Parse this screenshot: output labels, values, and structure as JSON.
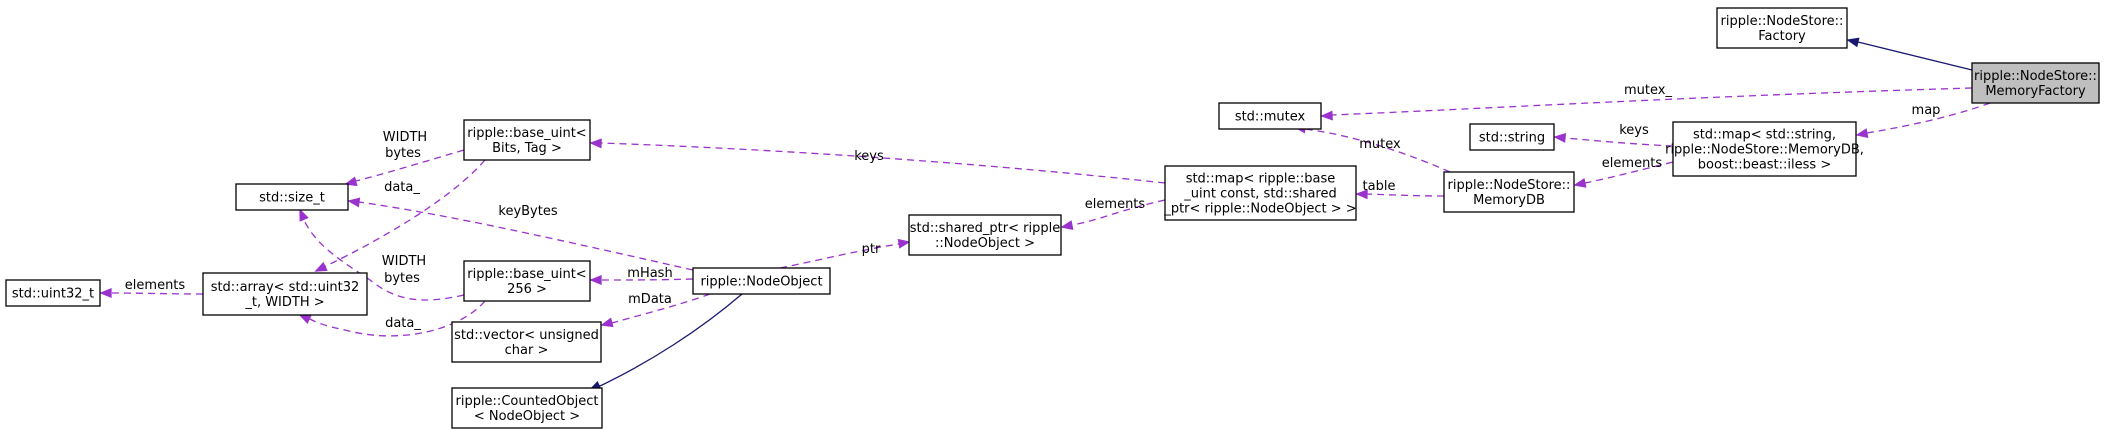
{
  "colors": {
    "usage_edge": "#9a32cd",
    "inheritance_edge": "#191970",
    "node_fill": "#ffffff",
    "highlight_fill": "#bfbfbf",
    "node_border": "#000000"
  },
  "nodes": [
    {
      "id": "memory-factory",
      "lines": [
        "ripple::NodeStore::",
        "MemoryFactory"
      ],
      "highlight": true
    },
    {
      "id": "factory",
      "lines": [
        "ripple::NodeStore::",
        "Factory"
      ]
    },
    {
      "id": "mutex",
      "lines": [
        "std::mutex"
      ]
    },
    {
      "id": "string",
      "lines": [
        "std::string"
      ]
    },
    {
      "id": "map-memorydb",
      "lines": [
        "std::map< std::string,",
        "ripple::NodeStore::MemoryDB,",
        "boost::beast::iless >"
      ]
    },
    {
      "id": "memorydb",
      "lines": [
        "ripple::NodeStore::",
        "MemoryDB"
      ]
    },
    {
      "id": "map-nodeobject",
      "lines": [
        "std::map< ripple::base",
        "_uint const, std::shared",
        "_ptr< ripple::NodeObject > >"
      ]
    },
    {
      "id": "shared-ptr",
      "lines": [
        "std::shared_ptr< ripple",
        "::NodeObject >"
      ]
    },
    {
      "id": "nodeobject",
      "lines": [
        "ripple::NodeObject"
      ]
    },
    {
      "id": "base-uint-bits",
      "lines": [
        "ripple::base_uint<",
        "Bits, Tag >"
      ]
    },
    {
      "id": "base-uint-256",
      "lines": [
        "ripple::base_uint<",
        "256 >"
      ]
    },
    {
      "id": "vector-uchar",
      "lines": [
        "std::vector< unsigned",
        "char >"
      ]
    },
    {
      "id": "counted-object",
      "lines": [
        "ripple::CountedObject",
        "< NodeObject >"
      ]
    },
    {
      "id": "size-t",
      "lines": [
        "std::size_t"
      ]
    },
    {
      "id": "array-uint32",
      "lines": [
        "std::array< std::uint32",
        "_t, WIDTH >"
      ]
    },
    {
      "id": "uint32-t",
      "lines": [
        "std::uint32_t"
      ]
    }
  ],
  "edges": [
    {
      "id": "factory-memoryfactory",
      "kind": "inheritance",
      "labels": []
    },
    {
      "id": "mutex-memoryfactory",
      "kind": "usage",
      "labels": [
        "mutex_"
      ]
    },
    {
      "id": "map-memoryfactory",
      "kind": "usage",
      "labels": [
        "map"
      ]
    },
    {
      "id": "string-map",
      "kind": "usage",
      "labels": [
        "keys"
      ]
    },
    {
      "id": "memorydb-map",
      "kind": "usage",
      "labels": [
        "elements"
      ]
    },
    {
      "id": "mutex-memorydb",
      "kind": "usage",
      "labels": [
        "mutex"
      ]
    },
    {
      "id": "mapnode-memorydb",
      "kind": "usage",
      "labels": [
        "table"
      ]
    },
    {
      "id": "baseuint-mapnode",
      "kind": "usage",
      "labels": [
        "keys"
      ]
    },
    {
      "id": "sharedptr-mapnode",
      "kind": "usage",
      "labels": [
        "elements"
      ]
    },
    {
      "id": "nodeobject-sharedptr",
      "kind": "usage",
      "labels": [
        "ptr"
      ]
    },
    {
      "id": "sizet-nodeobject",
      "kind": "usage",
      "labels": [
        "keyBytes"
      ]
    },
    {
      "id": "base256-nodeobject",
      "kind": "usage",
      "labels": [
        "mHash"
      ]
    },
    {
      "id": "vector-nodeobject",
      "kind": "usage",
      "labels": [
        "mData"
      ]
    },
    {
      "id": "counted-nodeobject",
      "kind": "inheritance",
      "labels": []
    },
    {
      "id": "sizet-baseuint",
      "kind": "usage",
      "labels": [
        "WIDTH",
        "bytes"
      ]
    },
    {
      "id": "array-baseuint",
      "kind": "usage",
      "labels": [
        "data_"
      ]
    },
    {
      "id": "sizet-base256",
      "kind": "usage",
      "labels": [
        "WIDTH",
        "bytes"
      ]
    },
    {
      "id": "array-base256",
      "kind": "usage",
      "labels": [
        "data_"
      ]
    },
    {
      "id": "uint32-array",
      "kind": "usage",
      "labels": [
        "elements"
      ]
    }
  ]
}
